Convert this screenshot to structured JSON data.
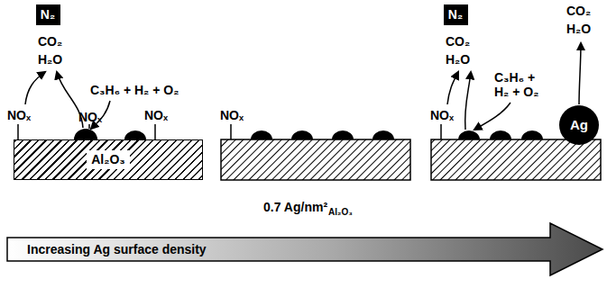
{
  "diagram": {
    "nodes": [
      {
        "text": [
          "N₂"
        ]
      },
      {
        "text": [
          "Al₂O₃"
        ]
      },
      {
        "text": [
          "N₂"
        ]
      },
      {
        "text": [
          "Ag"
        ]
      },
      {
        "text": [
          "Increasing Ag surface density"
        ]
      }
    ],
    "labels": [
      "CO₂",
      "H₂O",
      "C₃H₆ + H₂ + O₂",
      "NOₓ",
      "NOₓ",
      "NOₓ",
      "NOₓ",
      "0.7 Ag/nm²",
      "Al₂O₃",
      "CO₂",
      "H₂O",
      "C₃H₆ + H₂ + O₂",
      "CO₂",
      "H₂O",
      "NOₓ"
    ]
  }
}
